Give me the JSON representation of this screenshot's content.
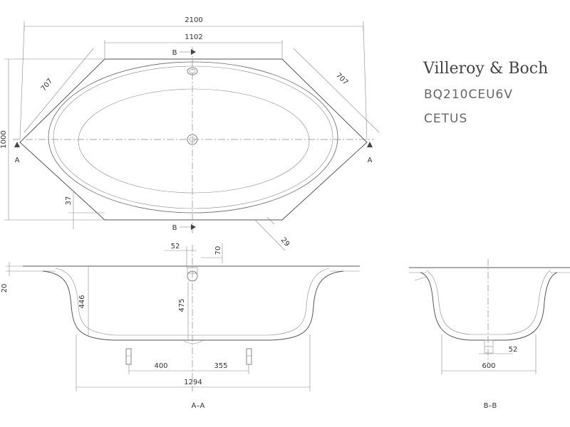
{
  "brand": {
    "name": "Villeroy & Boch",
    "model_code": "BQ210CEU6V",
    "model_name": "CETUS"
  },
  "plan_view": {
    "dim_overall_width": "2100",
    "dim_top_edge": "1102",
    "dim_diagonal_left": "707",
    "dim_diagonal_right": "707",
    "dim_overall_depth": "1000",
    "dim_rim_offset": "37",
    "dim_rim_corner": "29",
    "section_mark_a_left": "A",
    "section_mark_a_right": "A",
    "section_mark_b_top": "B",
    "section_mark_b_bottom": "B"
  },
  "section_a": {
    "label": "A–A",
    "dim_rim_thickness": "20",
    "dim_inner_depth": "446",
    "dim_drain_depth": "475",
    "dim_overflow_width": "52",
    "dim_overflow_height": "70",
    "dim_foot_left": "400",
    "dim_foot_right": "355",
    "dim_bottom_length": "1294"
  },
  "section_b": {
    "label": "B–B",
    "dim_bottom_width": "600",
    "dim_drain_width": "52"
  }
}
